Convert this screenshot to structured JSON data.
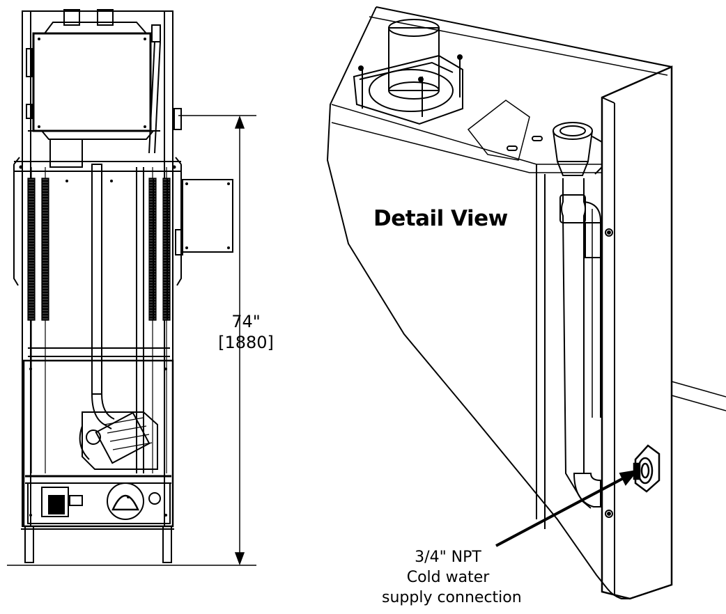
{
  "detail_view": {
    "title": "Detail View"
  },
  "dimension": {
    "imperial": "74\"",
    "metric": "[1880]"
  },
  "callout": {
    "line1": "3/4\" NPT",
    "line2": "Cold water",
    "line3": "supply connection"
  },
  "colors": {
    "stroke": "#000000",
    "background": "#ffffff"
  }
}
